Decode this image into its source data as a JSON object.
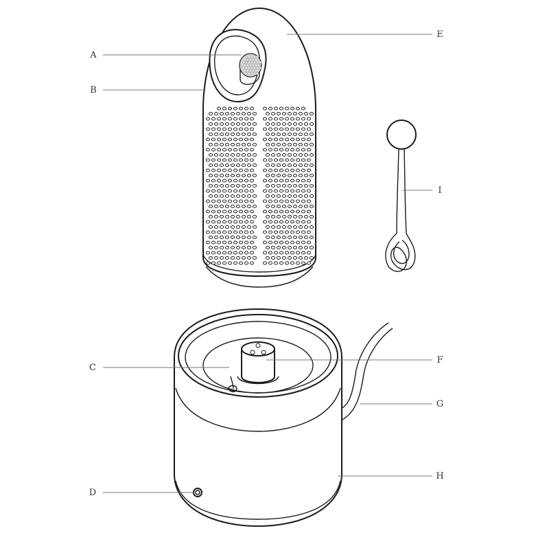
{
  "callouts": [
    {
      "id": "A",
      "label": "A",
      "part": "sensor-window"
    },
    {
      "id": "B",
      "label": "B",
      "part": "upper-housing-edge"
    },
    {
      "id": "C",
      "label": "C",
      "part": "base-inner-contact"
    },
    {
      "id": "D",
      "label": "D",
      "part": "power-button"
    },
    {
      "id": "E",
      "label": "E",
      "part": "purifier-top-housing"
    },
    {
      "id": "F",
      "label": "F",
      "part": "base-connector-post"
    },
    {
      "id": "G",
      "label": "G",
      "part": "power-cable"
    },
    {
      "id": "H",
      "label": "H",
      "part": "base-unit"
    },
    {
      "id": "I",
      "label": "I",
      "part": "strap"
    }
  ],
  "colors": {
    "line": "#1a1a1a",
    "leader": "#777777",
    "text": "#333333",
    "sensor": "#d9d9d9"
  },
  "icons": {
    "strap_knob": "ball-icon",
    "power_button": "circle-button-icon"
  }
}
